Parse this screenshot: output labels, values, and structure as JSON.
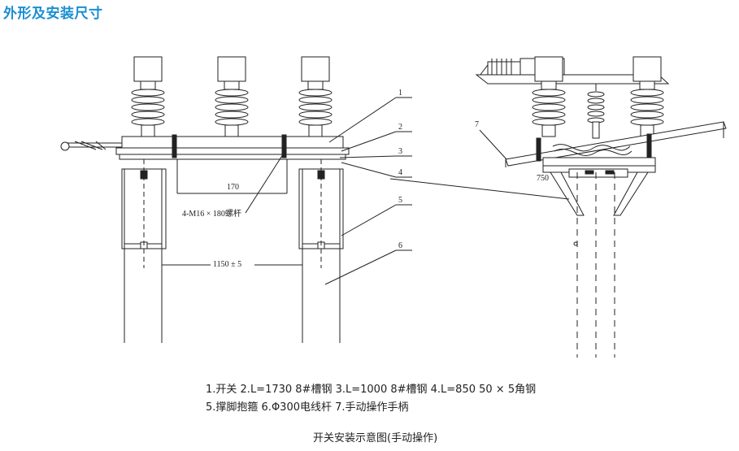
{
  "header": {
    "title": "外形及安装尺寸"
  },
  "front_view": {
    "dim_spacing": "170",
    "bolt_label": "4-M16 × 180螺杆",
    "dim_pole_gap": "1150 ± 5",
    "callouts": [
      "1",
      "2",
      "3",
      "4",
      "5",
      "6"
    ]
  },
  "side_view": {
    "dim_750": "750",
    "callout_7": "7"
  },
  "legend": {
    "line1": "1.开关   2.L=1730 8#槽钢   3.L=1000 8#槽钢   4.L=850 50 × 5角钢",
    "line2": "5.撑脚抱箍   6.Φ300电线杆   7.手动操作手柄"
  },
  "caption": "开关安装示意图(手动操作)",
  "colors": {
    "title": "#1a8fd1",
    "line": "#222222"
  }
}
